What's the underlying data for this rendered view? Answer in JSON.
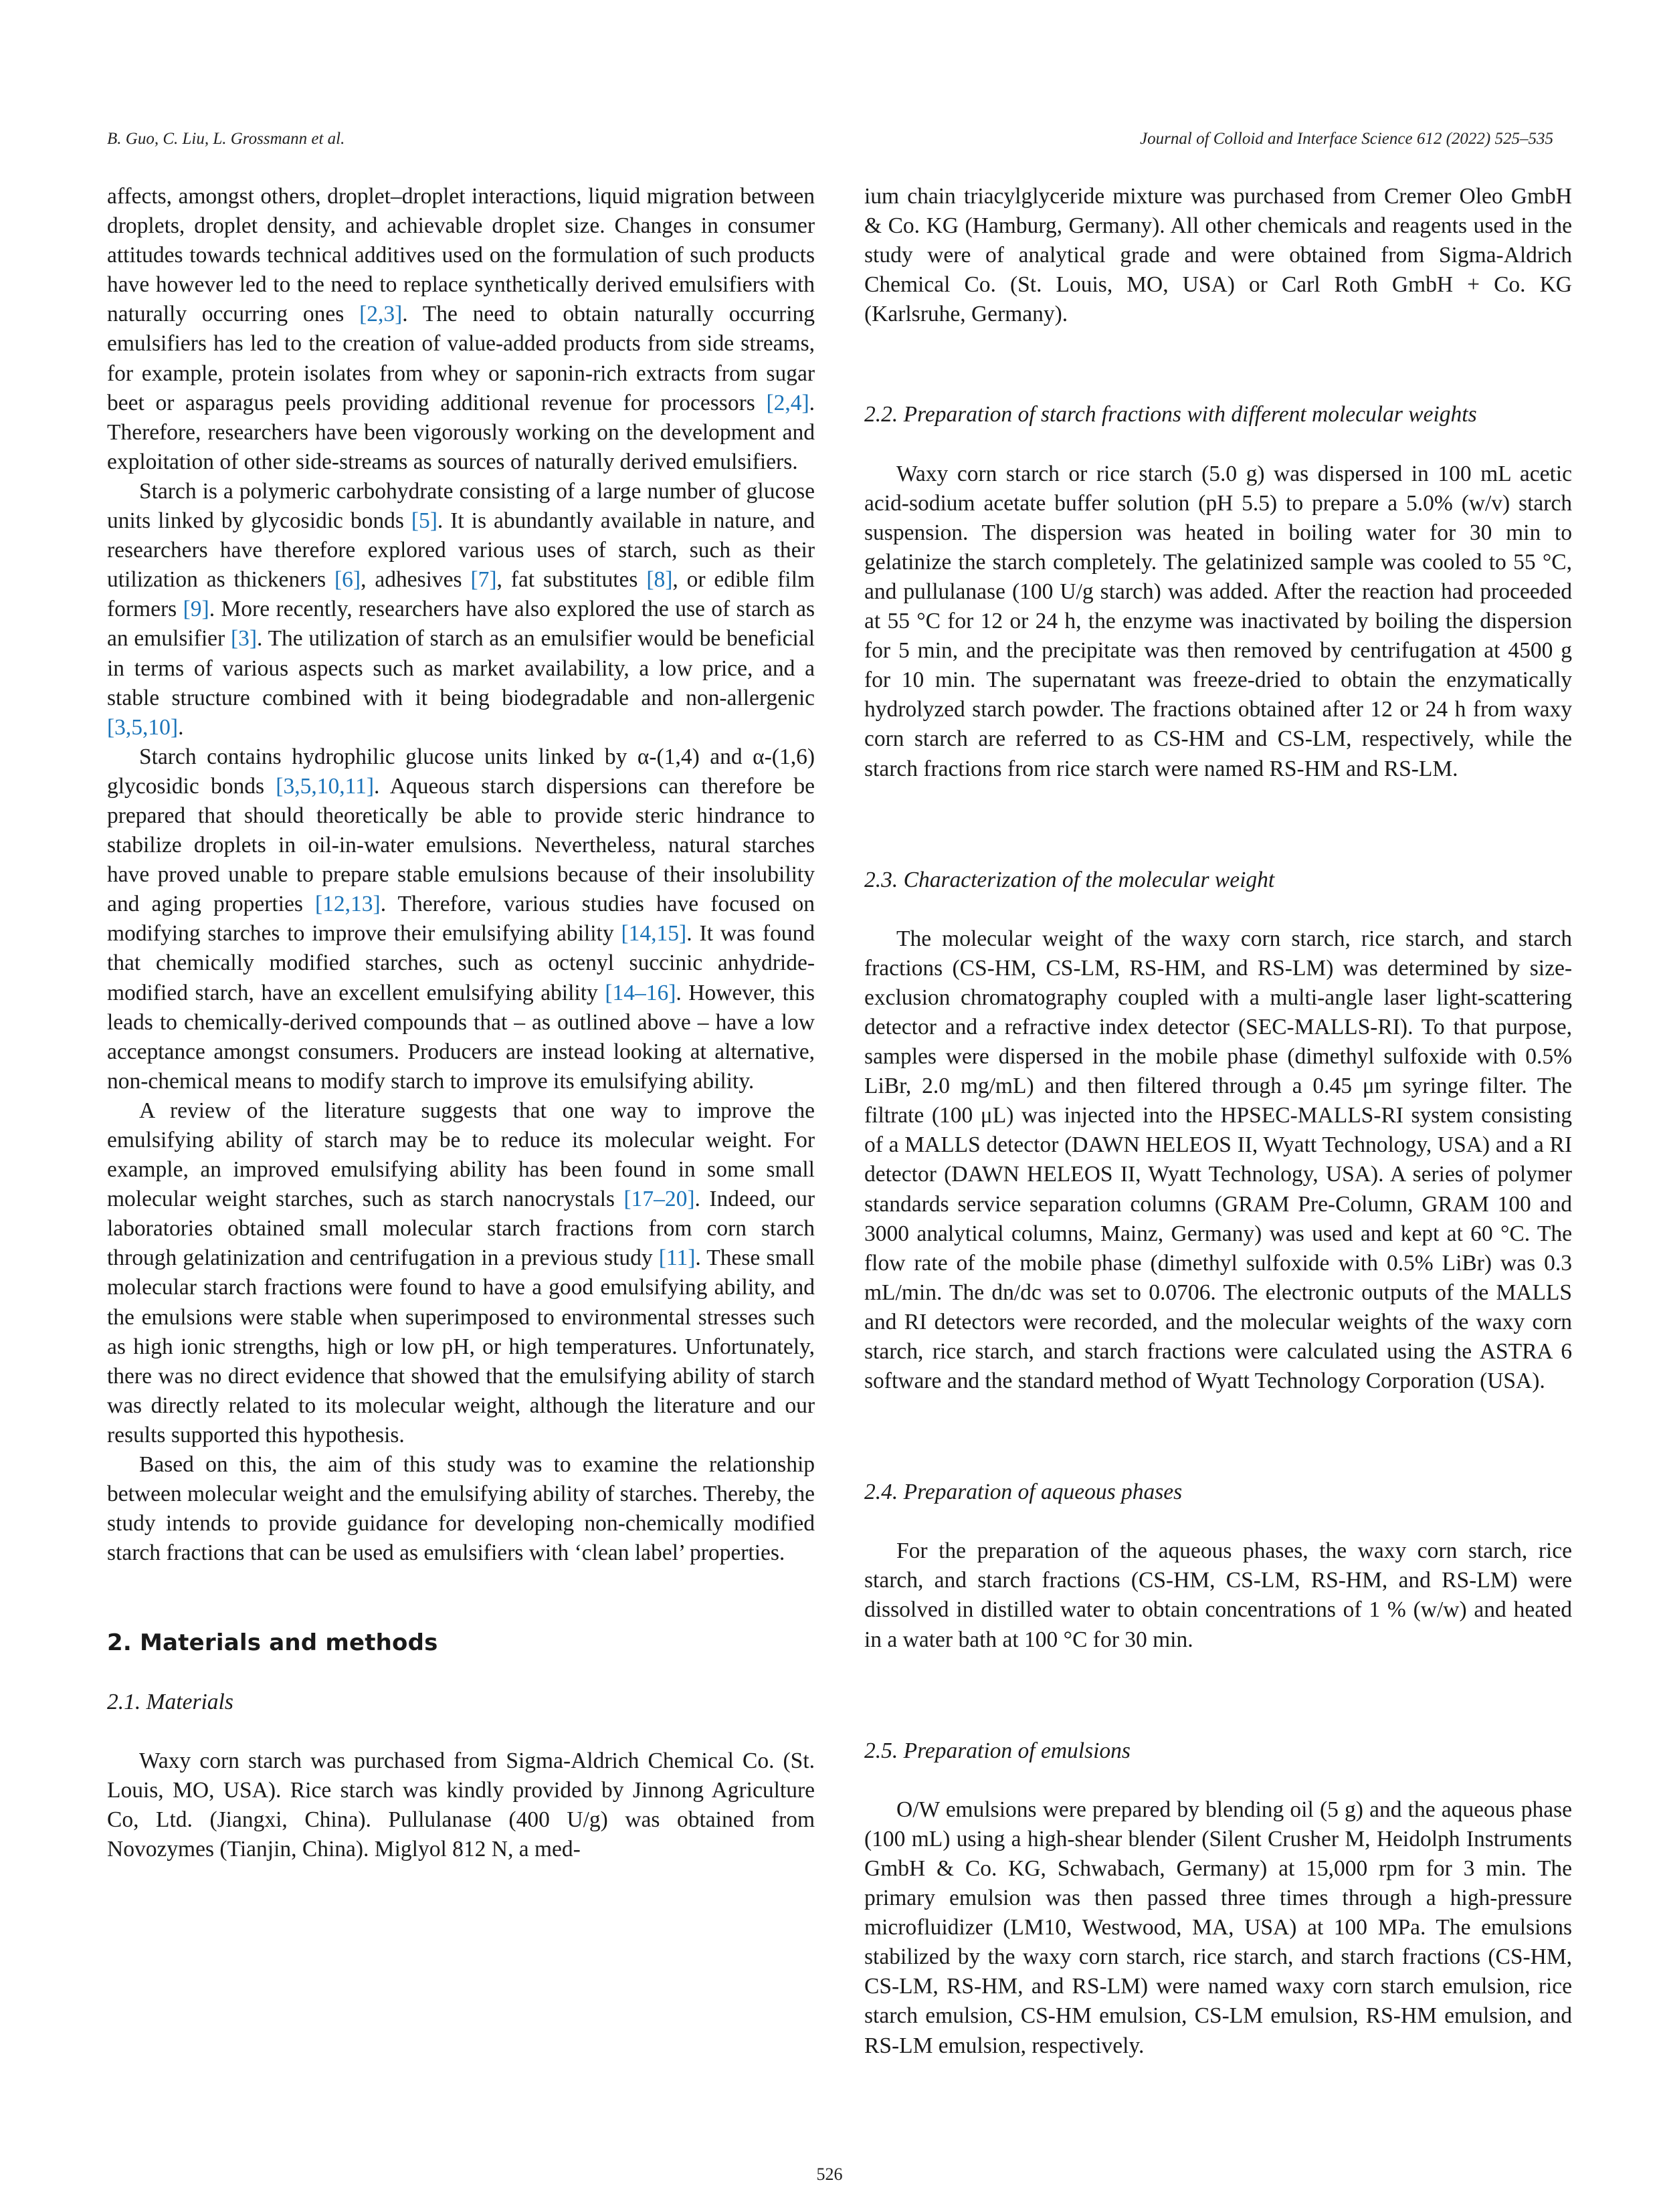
{
  "header": {
    "authors": "B. Guo, C. Liu, L. Grossmann et al.",
    "journal": "Journal of Colloid and Interface Science 612 (2022) 525–535"
  },
  "left_column": {
    "p1": "affects, amongst others, droplet–droplet interactions, liquid migration between droplets, droplet density, and achievable droplet size. Changes in consumer attitudes towards technical additives used on the formulation of such products have however led to the need to replace synthetically derived emulsifiers with naturally occurring ones [2,3]. The need to obtain naturally occurring emulsifiers has led to the creation of value-added products from side streams, for example, protein isolates from whey or saponin-rich extracts from sugar beet or asparagus peels providing additional revenue for processors [2,4]. Therefore, researchers have been vigorously working on the development and exploitation of other side-streams as sources of naturally derived emulsifiers.",
    "p2": "Starch is a polymeric carbohydrate consisting of a large number of glucose units linked by glycosidic bonds [5]. It is abundantly available in nature, and researchers have therefore explored various uses of starch, such as their utilization as thickeners [6], adhesives [7], fat substitutes [8], or edible film formers [9]. More recently, researchers have also explored the use of starch as an emulsifier [3]. The utilization of starch as an emulsifier would be beneficial in terms of various aspects such as market availability, a low price, and a stable structure combined with it being biodegradable and non-allergenic [3,5,10].",
    "p3": "Starch contains hydrophilic glucose units linked by α-(1,4) and α-(1,6) glycosidic bonds [3,5,10,11]. Aqueous starch dispersions can therefore be prepared that should theoretically be able to provide steric hindrance to stabilize droplets in oil-in-water emulsions. Nevertheless, natural starches have proved unable to prepare stable emulsions because of their insolubility and aging properties [12,13]. Therefore, various studies have focused on modifying starches to improve their emulsifying ability [14,15]. It was found that chemically modified starches, such as octenyl succinic anhydride-modified starch, have an excellent emulsifying ability [14–16]. However, this leads to chemically-derived compounds that – as outlined above – have a low acceptance amongst consumers. Producers are instead looking at alternative, non-chemical means to modify starch to improve its emulsifying ability.",
    "p4": "A review of the literature suggests that one way to improve the emulsifying ability of starch may be to reduce its molecular weight. For example, an improved emulsifying ability has been found in some small molecular weight starches, such as starch nanocrystals [17–20]. Indeed, our laboratories obtained small molecular starch fractions from corn starch through gelatinization and centrifugation in a previous study [11]. These small molecular starch fractions were found to have a good emulsifying ability, and the emulsions were stable when superimposed to environmental stresses such as high ionic strengths, high or low pH, or high temperatures. Unfortunately, there was no direct evidence that showed that the emulsifying ability of starch was directly related to its molecular weight, although the literature and our results supported this hypothesis.",
    "p5": "Based on this, the aim of this study was to examine the relationship between molecular weight and the emulsifying ability of starches. Thereby, the study intends to provide guidance for developing non-chemically modified starch fractions that can be used as emulsifiers with ‘clean label’ properties.",
    "section2": "2. Materials and methods",
    "sub21": "2.1. Materials",
    "p6": "Waxy corn starch was purchased from Sigma-Aldrich Chemical Co. (St. Louis, MO, USA). Rice starch was kindly provided by Jinnong Agriculture Co, Ltd. (Jiangxi, China). Pullulanase (400 U/g) was obtained from Novozymes (Tianjin, China). Miglyol 812 N, a med-"
  },
  "right_column": {
    "p1": "ium chain triacylglyceride mixture was purchased from Cremer Oleo GmbH & Co. KG (Hamburg, Germany). All other chemicals and reagents used in the study were of analytical grade and were obtained from Sigma-Aldrich Chemical Co. (St. Louis, MO, USA) or Carl Roth GmbH + Co. KG (Karlsruhe, Germany).",
    "sub22": "2.2. Preparation of starch fractions with different molecular weights",
    "p2": "Waxy corn starch or rice starch (5.0 g) was dispersed in 100 mL acetic acid-sodium acetate buffer solution (pH 5.5) to prepare a 5.0% (w/v) starch suspension. The dispersion was heated in boiling water for 30 min to gelatinize the starch completely. The gelatinized sample was cooled to 55 °C, and pullulanase (100 U/g starch) was added. After the reaction had proceeded at 55 °C for 12 or 24 h, the enzyme was inactivated by boiling the dispersion for 5 min, and the precipitate was then removed by centrifugation at 4500 g for 10 min. The supernatant was freeze-dried to obtain the enzymatically hydrolyzed starch powder. The fractions obtained after 12 or 24 h from waxy corn starch are referred to as CS-HM and CS-LM, respectively, while the starch fractions from rice starch were named RS-HM and RS-LM.",
    "sub23": "2.3. Characterization of the molecular weight",
    "p3": "The molecular weight of the waxy corn starch, rice starch, and starch fractions (CS-HM, CS-LM, RS-HM, and RS-LM) was determined by size-exclusion chromatography coupled with a multi-angle laser light-scattering detector and a refractive index detector (SEC-MALLS-RI). To that purpose, samples were dispersed in the mobile phase (dimethyl sulfoxide with 0.5% LiBr, 2.0 mg/mL) and then filtered through a 0.45 μm syringe filter. The filtrate (100 μL) was injected into the HPSEC-MALLS-RI system consisting of a MALLS detector (DAWN HELEOS II, Wyatt Technology, USA) and a RI detector (DAWN HELEOS II, Wyatt Technology, USA). A series of polymer standards service separation columns (GRAM Pre-Column, GRAM 100 and 3000 analytical columns, Mainz, Germany) was used and kept at 60 °C. The flow rate of the mobile phase (dimethyl sulfoxide with 0.5% LiBr) was 0.3 mL/min. The dn/dc was set to 0.0706. The electronic outputs of the MALLS and RI detectors were recorded, and the molecular weights of the waxy corn starch, rice starch, and starch fractions were calculated using the ASTRA 6 software and the standard method of Wyatt Technology Corporation (USA).",
    "sub24": "2.4. Preparation of aqueous phases",
    "p4": "For the preparation of the aqueous phases, the waxy corn starch, rice starch, and starch fractions (CS-HM, CS-LM, RS-HM, and RS-LM) were dissolved in distilled water to obtain concentrations of 1 % (w/w) and heated in a water bath at 100 °C for 30 min.",
    "sub25": "2.5. Preparation of emulsions",
    "p5": "O/W emulsions were prepared by blending oil (5 g) and the aqueous phase (100 mL) using a high-shear blender (Silent Crusher M, Heidolph Instruments GmbH & Co. KG, Schwabach, Germany) at 15,000 rpm for 3 min. The primary emulsion was then passed three times through a high-pressure microfluidizer (LM10, Westwood, MA, USA) at 100 MPa. The emulsions stabilized by the waxy corn starch, rice starch, and starch fractions (CS-HM, CS-LM, RS-HM, and RS-LM) were named waxy corn starch emulsion, rice starch emulsion, CS-HM emulsion, CS-LM emulsion, RS-HM emulsion, and RS-LM emulsion, respectively."
  },
  "page_number": "526",
  "colors": {
    "citation": "#1a73b8",
    "text": "#1a1a1a"
  }
}
